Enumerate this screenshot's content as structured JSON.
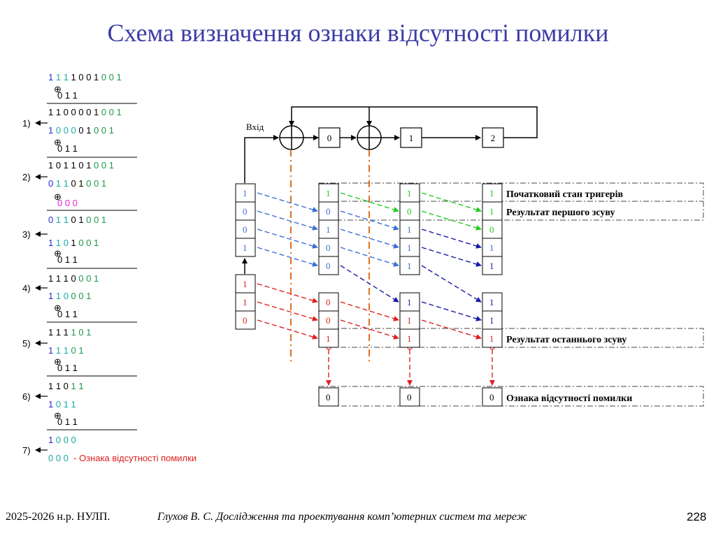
{
  "title": "Схема визначення ознаки відсутності помилки",
  "colors": {
    "title": "#3c3ca8",
    "blue_seq": "#2a2ad0",
    "cyan": "#1aa8a8",
    "green": "#1a9a4a",
    "magenta": "#e020e0",
    "red_note": "#e02020",
    "arrow_blue1": "#3a6fd8",
    "arrow_blue2": "#1a1aa8",
    "arrow_green": "#22cc22",
    "arrow_red": "#e02020",
    "orange_axis": "#e07020"
  },
  "division": {
    "lines": [
      {
        "segments": [
          {
            "t": "1",
            "c": "blue"
          },
          {
            "t": " 1 1",
            "c": "cyan"
          },
          {
            "t": " 1 0 0 1",
            "c": "black"
          },
          {
            "t": " 0 0 1",
            "c": "green"
          }
        ]
      },
      {
        "segments": [
          {
            "t": "0 1 1",
            "c": "black"
          }
        ],
        "indent": true
      },
      {
        "segments": [
          {
            "t": "1 1 0 0 0 0 1",
            "c": "black"
          },
          {
            "t": " 0 0 1",
            "c": "green"
          }
        ]
      },
      {
        "segments": [
          {
            "t": "1",
            "c": "blue"
          },
          {
            "t": " 0 0 0",
            "c": "cyan"
          },
          {
            "t": " 0 1",
            "c": "black"
          },
          {
            "t": " 0 0 1",
            "c": "green"
          }
        ]
      },
      {
        "segments": [
          {
            "t": "0 1 1",
            "c": "black"
          }
        ],
        "indent": true
      },
      {
        "segments": [
          {
            "t": "1 0 1 1 0 1",
            "c": "black"
          },
          {
            "t": " 0 0 1",
            "c": "green"
          }
        ]
      },
      {
        "segments": [
          {
            "t": "0",
            "c": "blue"
          },
          {
            "t": " 1 1",
            "c": "cyan"
          },
          {
            "t": " 0 1",
            "c": "black"
          },
          {
            "t": " 0 0 1",
            "c": "green"
          }
        ]
      },
      {
        "segments": [
          {
            "t": "0 0 0",
            "c": "magenta"
          }
        ],
        "indent": true
      },
      {
        "segments": [
          {
            "t": "0",
            "c": "blue"
          },
          {
            "t": " 1 1",
            "c": "cyan"
          },
          {
            "t": " 0 1",
            "c": "black"
          },
          {
            "t": " 0 0 1",
            "c": "green"
          }
        ]
      },
      {
        "segments": [
          {
            "t": "1",
            "c": "blue"
          },
          {
            "t": " 1 0",
            "c": "cyan"
          },
          {
            "t": " 1",
            "c": "black"
          },
          {
            "t": " 0 0 1",
            "c": "green"
          }
        ]
      },
      {
        "segments": [
          {
            "t": "0 1 1",
            "c": "black"
          }
        ],
        "indent": true
      },
      {
        "segments": [
          {
            "t": "1 1 1 0",
            "c": "black"
          },
          {
            "t": " 0 0 1",
            "c": "green"
          }
        ]
      },
      {
        "segments": [
          {
            "t": "1",
            "c": "blue"
          },
          {
            "t": " 1 0",
            "c": "cyan"
          },
          {
            "t": " 0 0 1",
            "c": "green"
          }
        ]
      },
      {
        "segments": [
          {
            "t": "0 1 1",
            "c": "black"
          }
        ],
        "indent": true
      },
      {
        "segments": [
          {
            "t": "1 1 1",
            "c": "black"
          },
          {
            "t": " 1 0 1",
            "c": "green"
          }
        ]
      },
      {
        "segments": [
          {
            "t": "1",
            "c": "blue"
          },
          {
            "t": " 1 1",
            "c": "cyan"
          },
          {
            "t": " 0 1",
            "c": "green"
          }
        ]
      },
      {
        "segments": [
          {
            "t": "0 1 1",
            "c": "black"
          }
        ],
        "indent": true
      },
      {
        "segments": [
          {
            "t": "1 1 0",
            "c": "black"
          },
          {
            "t": " 1 1",
            "c": "green"
          }
        ]
      },
      {
        "segments": [
          {
            "t": "1",
            "c": "blue"
          },
          {
            "t": " 0 1 1",
            "c": "cyan"
          }
        ]
      },
      {
        "segments": [
          {
            "t": "0 1 1",
            "c": "black"
          }
        ],
        "indent": true
      },
      {
        "segments": [
          {
            "t": "1",
            "c": "blue"
          },
          {
            "t": " 0 0 0",
            "c": "cyan"
          }
        ]
      },
      {
        "segments": [
          {
            "t": "0 0 0",
            "c": "cyan"
          },
          {
            "t": "  - Ознака відсутності помилки",
            "c": "red"
          }
        ]
      }
    ],
    "step_labels": [
      "1)",
      "2)",
      "3)",
      "4)",
      "5)",
      "6)",
      "7)"
    ],
    "xor_symbol": "⊕"
  },
  "circuit": {
    "input_label": "Вхід",
    "registers": [
      "0",
      "1",
      "2"
    ]
  },
  "input_columns": {
    "first": [
      "1",
      "0",
      "0",
      "1"
    ],
    "second": [
      "1",
      "1",
      "0"
    ]
  },
  "state_columns": [
    [
      "1",
      "0",
      "1",
      "0",
      "0",
      "0",
      "0",
      "1"
    ],
    [
      "1",
      "0",
      "1",
      "1",
      "1",
      "1",
      "1",
      "1"
    ],
    [
      "1",
      "1",
      "0",
      "1",
      "1",
      "1",
      "1",
      "1"
    ]
  ],
  "final_zeros": [
    "0",
    "0",
    "0"
  ],
  "band_labels": {
    "initial": "Початковий стан тригерів",
    "first_shift": "Результат першого зсуву",
    "last_shift": "Результат останнього зсуву",
    "no_error": "Ознака відсутності помилки"
  },
  "footer": {
    "year": "2025-2026 н.р. НУЛП.",
    "author": "Глухов В. С. Дослідження та проектування комп’ютерних систем та мереж",
    "page": "228"
  }
}
